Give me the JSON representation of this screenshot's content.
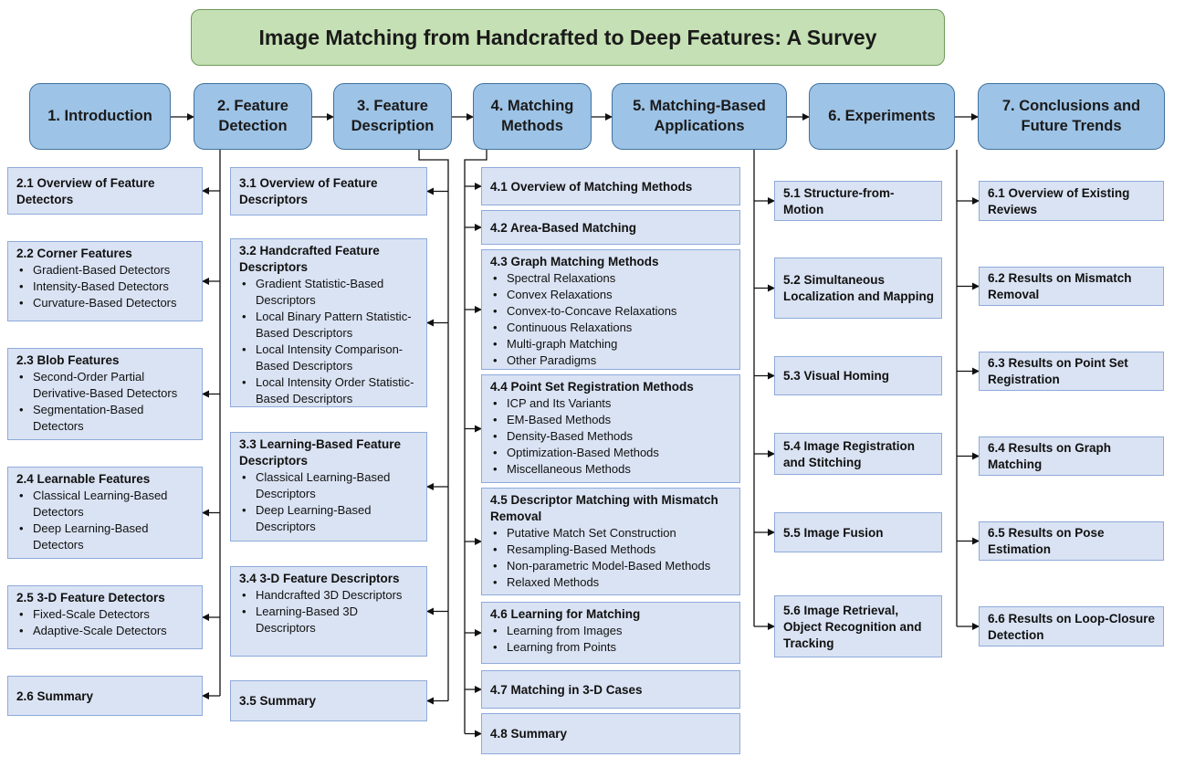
{
  "title": "Image Matching from Handcrafted to Deep Features: A Survey",
  "sections": [
    {
      "label": "1. Introduction",
      "subsections": []
    },
    {
      "label": "2. Feature Detection",
      "subsections": [
        {
          "title": "2.1 Overview of Feature Detectors",
          "items": []
        },
        {
          "title": "2.2 Corner Features",
          "items": [
            "Gradient-Based Detectors",
            "Intensity-Based Detectors",
            "Curvature-Based Detectors"
          ]
        },
        {
          "title": "2.3 Blob Features",
          "items": [
            "Second-Order Partial Derivative-Based Detectors",
            "Segmentation-Based Detectors"
          ]
        },
        {
          "title": "2.4 Learnable Features",
          "items": [
            "Classical Learning-Based Detectors",
            "Deep Learning-Based Detectors"
          ]
        },
        {
          "title": "2.5 3-D Feature Detectors",
          "items": [
            "Fixed-Scale Detectors",
            "Adaptive-Scale Detectors"
          ]
        },
        {
          "title": "2.6 Summary",
          "items": []
        }
      ]
    },
    {
      "label": "3. Feature Description",
      "subsections": [
        {
          "title": "3.1 Overview of Feature Descriptors",
          "items": []
        },
        {
          "title": "3.2 Handcrafted Feature Descriptors",
          "items": [
            "Gradient Statistic-Based Descriptors",
            "Local Binary Pattern Statistic-Based Descriptors",
            "Local Intensity Comparison-Based Descriptors",
            "Local Intensity Order Statistic-Based Descriptors"
          ]
        },
        {
          "title": "3.3 Learning-Based Feature Descriptors",
          "items": [
            "Classical Learning-Based Descriptors",
            "Deep Learning-Based Descriptors"
          ]
        },
        {
          "title": "3.4 3-D Feature Descriptors",
          "items": [
            "Handcrafted 3D Descriptors",
            "Learning-Based 3D Descriptors"
          ]
        },
        {
          "title": "3.5 Summary",
          "items": []
        }
      ]
    },
    {
      "label": "4. Matching Methods",
      "subsections": [
        {
          "title": "4.1 Overview of Matching Methods",
          "items": []
        },
        {
          "title": "4.2 Area-Based Matching",
          "items": []
        },
        {
          "title": "4.3 Graph Matching Methods",
          "items": [
            "Spectral Relaxations",
            "Convex Relaxations",
            "Convex-to-Concave Relaxations",
            "Continuous Relaxations",
            "Multi-graph Matching",
            "Other Paradigms"
          ]
        },
        {
          "title": "4.4 Point Set Registration Methods",
          "items": [
            "ICP and Its Variants",
            "EM-Based Methods",
            "Density-Based Methods",
            "Optimization-Based Methods",
            "Miscellaneous Methods"
          ]
        },
        {
          "title": "4.5 Descriptor Matching with Mismatch Removal",
          "items": [
            "Putative Match Set Construction",
            "Resampling-Based Methods",
            "Non-parametric Model-Based Methods",
            "Relaxed Methods"
          ]
        },
        {
          "title": "4.6 Learning for Matching",
          "items": [
            "Learning from Images",
            "Learning from Points"
          ]
        },
        {
          "title": "4.7 Matching in 3-D Cases",
          "items": []
        },
        {
          "title": "4.8 Summary",
          "items": []
        }
      ]
    },
    {
      "label": "5. Matching-Based Applications",
      "subsections": [
        {
          "title": "5.1 Structure-from-Motion",
          "items": []
        },
        {
          "title": "5.2 Simultaneous Localization and Mapping",
          "items": []
        },
        {
          "title": "5.3 Visual Homing",
          "items": []
        },
        {
          "title": "5.4 Image Registration and Stitching",
          "items": []
        },
        {
          "title": "5.5 Image Fusion",
          "items": []
        },
        {
          "title": "5.6 Image Retrieval, Object Recognition and Tracking",
          "items": []
        }
      ]
    },
    {
      "label": "6. Experiments",
      "subsections": [
        {
          "title": "6.1 Overview of Existing Reviews",
          "items": []
        },
        {
          "title": "6.2 Results on Mismatch Removal",
          "items": []
        },
        {
          "title": "6.3 Results on Point Set Registration",
          "items": []
        },
        {
          "title": "6.4 Results on Graph Matching",
          "items": []
        },
        {
          "title": "6.5 Results on Pose Estimation",
          "items": []
        },
        {
          "title": "6.6 Results on Loop-Closure Detection",
          "items": []
        }
      ]
    },
    {
      "label": "7. Conclusions and Future Trends",
      "subsections": []
    }
  ]
}
